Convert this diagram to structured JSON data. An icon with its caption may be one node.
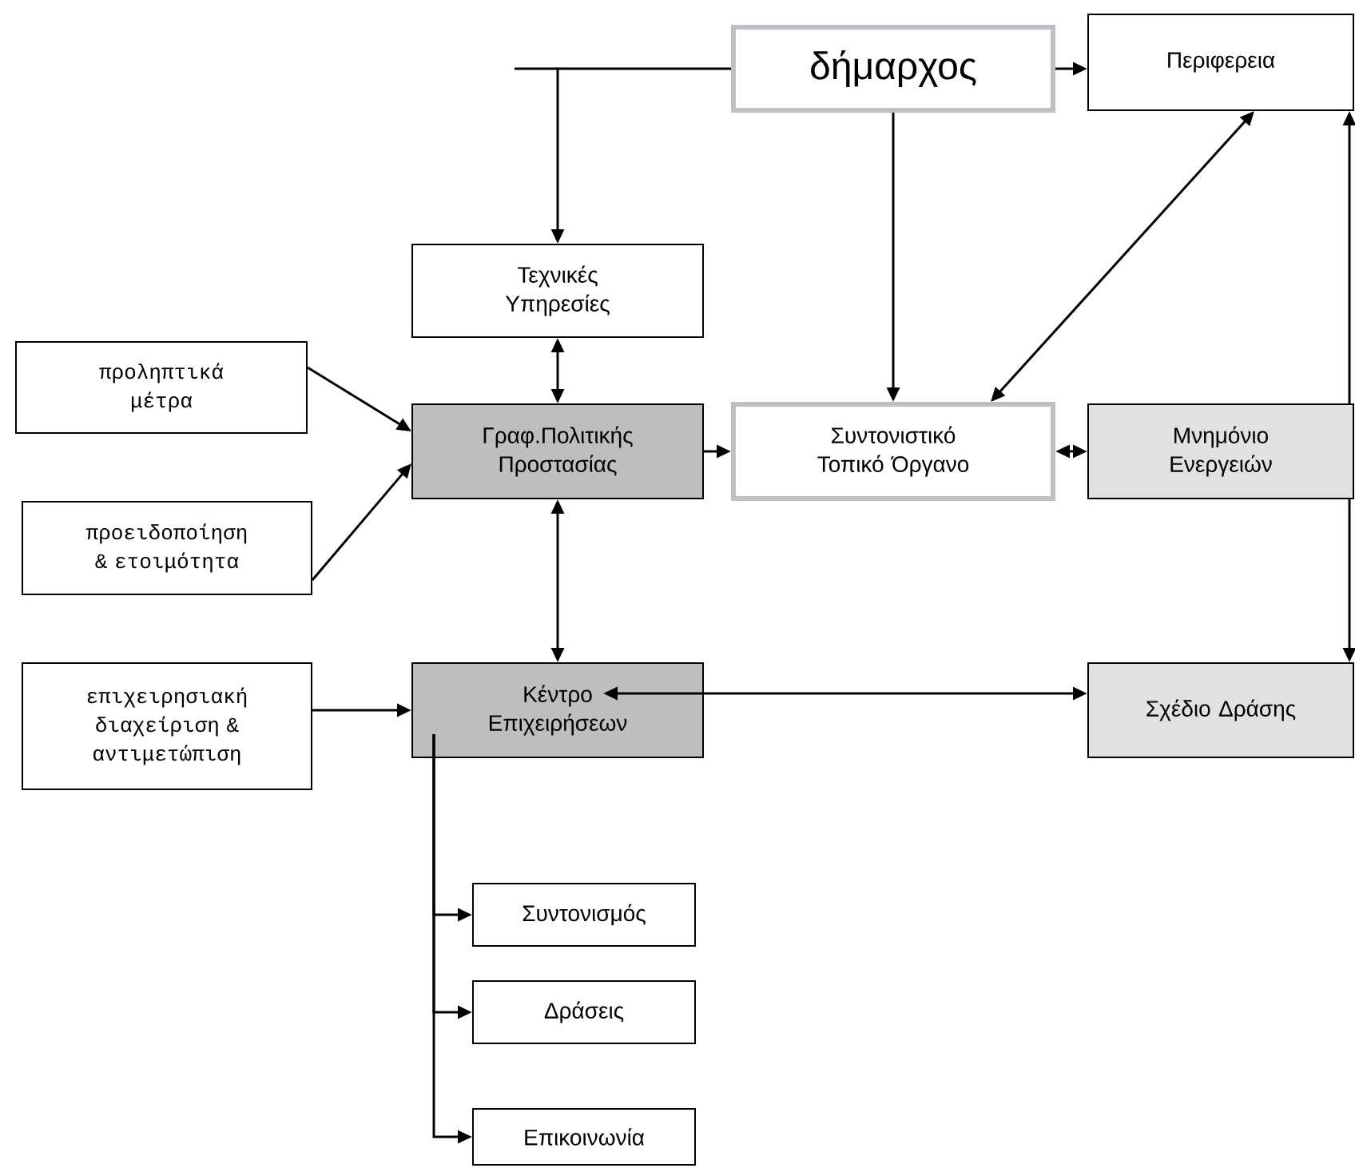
{
  "diagram": {
    "nodes": [
      {
        "text": [
          "δήμαρχος"
        ]
      },
      {
        "text": [
          "Περιφερεια"
        ]
      },
      {
        "text": [
          "Τεχνικές Υπηρεσίες"
        ]
      },
      {
        "text": [
          "προληπτικά μέτρα"
        ]
      },
      {
        "text": [
          "Γραφ.Πολιτικής Προστασίας"
        ]
      },
      {
        "text": [
          "Συντονιστικό Τοπικό Όργανο"
        ]
      },
      {
        "text": [
          "Μνημόνιο Ενεργειών"
        ]
      },
      {
        "text": [
          "προειδοποίηση & ετοιμότητα"
        ]
      },
      {
        "text": [
          "επιχειρησιακή διαχείριση & αντιμετώπιση"
        ]
      },
      {
        "text": [
          "Κέντρο Επιχειρήσεων"
        ]
      },
      {
        "text": [
          "Σχέδιο Δράσης"
        ]
      },
      {
        "text": [
          "Συντονισμός"
        ]
      },
      {
        "text": [
          "Δράσεις"
        ]
      },
      {
        "text": [
          "Επικοινωνία"
        ]
      }
    ],
    "edges": [
      {
        "from": 0,
        "to": 1,
        "arrow": "to"
      },
      {
        "from": 0,
        "to": 2,
        "arrow": "to"
      },
      {
        "from": 0,
        "to": 5,
        "arrow": "to"
      },
      {
        "from": 1,
        "to": 5,
        "arrow": "both"
      },
      {
        "from": 6,
        "to": 1,
        "arrow": "to"
      },
      {
        "from": 2,
        "to": 4,
        "arrow": "both"
      },
      {
        "from": 3,
        "to": 4,
        "arrow": "to"
      },
      {
        "from": 7,
        "to": 4,
        "arrow": "to"
      },
      {
        "from": 4,
        "to": 5,
        "arrow": "to"
      },
      {
        "from": 5,
        "to": 6,
        "arrow": "both"
      },
      {
        "from": 4,
        "to": 9,
        "arrow": "both"
      },
      {
        "from": 8,
        "to": 9,
        "arrow": "to"
      },
      {
        "from": 9,
        "to": 10,
        "arrow": "both"
      },
      {
        "from": 6,
        "to": 10,
        "arrow": "to"
      },
      {
        "from": 9,
        "to": 11,
        "arrow": "to"
      },
      {
        "from": 9,
        "to": 12,
        "arrow": "to"
      },
      {
        "from": 9,
        "to": 13,
        "arrow": "to"
      }
    ]
  }
}
